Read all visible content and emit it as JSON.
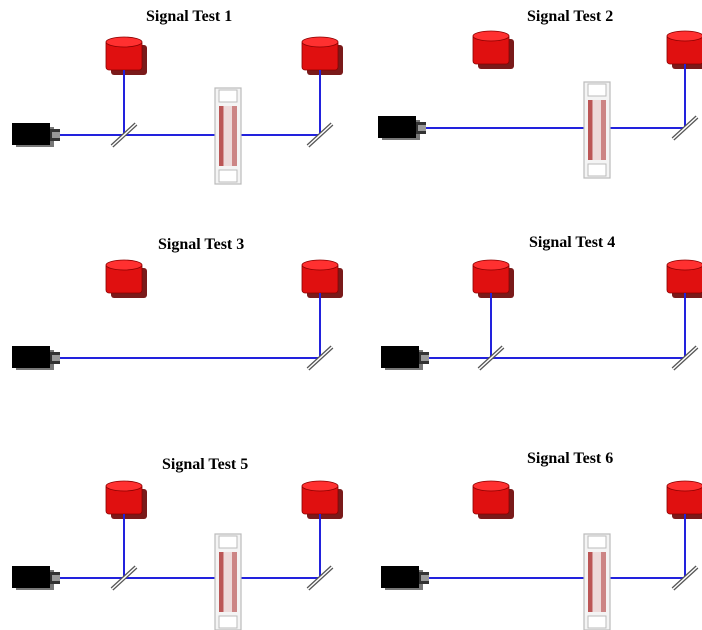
{
  "colors": {
    "beam": "#2222dd",
    "detector": "#e01010",
    "detector_shadow": "#7a1a1a",
    "laser": "#000000",
    "mirror": "#000000",
    "cell_frame": "#bbbbbb",
    "cell_sample": "#b03a3a"
  },
  "panels": [
    {
      "title": "Signal Test 1",
      "left_detector_active": true,
      "right_detector_active": true,
      "left_mirror": true,
      "sample_cell": true
    },
    {
      "title": "Signal Test 2",
      "left_detector_active": false,
      "right_detector_active": true,
      "left_mirror": false,
      "sample_cell": true
    },
    {
      "title": "Signal Test 3",
      "left_detector_active": false,
      "right_detector_active": true,
      "left_mirror": false,
      "sample_cell": false
    },
    {
      "title": "Signal Test 4",
      "left_detector_active": true,
      "right_detector_active": true,
      "left_mirror": true,
      "sample_cell": false
    },
    {
      "title": "Signal Test 5",
      "left_detector_active": true,
      "right_detector_active": true,
      "left_mirror": true,
      "sample_cell": true
    },
    {
      "title": "Signal Test 6",
      "left_detector_active": false,
      "right_detector_active": true,
      "left_mirror": false,
      "sample_cell": true
    }
  ]
}
